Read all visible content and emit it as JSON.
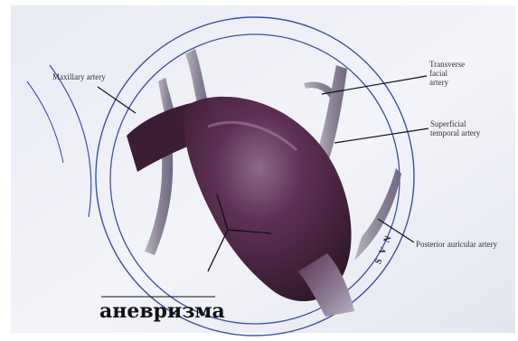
{
  "labels": {
    "maxillary": "Maxillary artery",
    "transverse_facial": [
      "Transverse",
      "facial",
      "artery"
    ],
    "superficial_temporal": [
      "Superficial",
      "temporal artery"
    ],
    "posterior_auricular": "Posterior auricular artery",
    "svn": "S V N",
    "aneurysm": "аневризма"
  },
  "colors": {
    "paper": "#eef0f7",
    "circle_lines": "#3e4fa8",
    "vessel_body": "#5a2d4f",
    "vessel_highlight": "#9a7f95",
    "branch": "#8f8a9a",
    "leader_lines": "#111111"
  }
}
